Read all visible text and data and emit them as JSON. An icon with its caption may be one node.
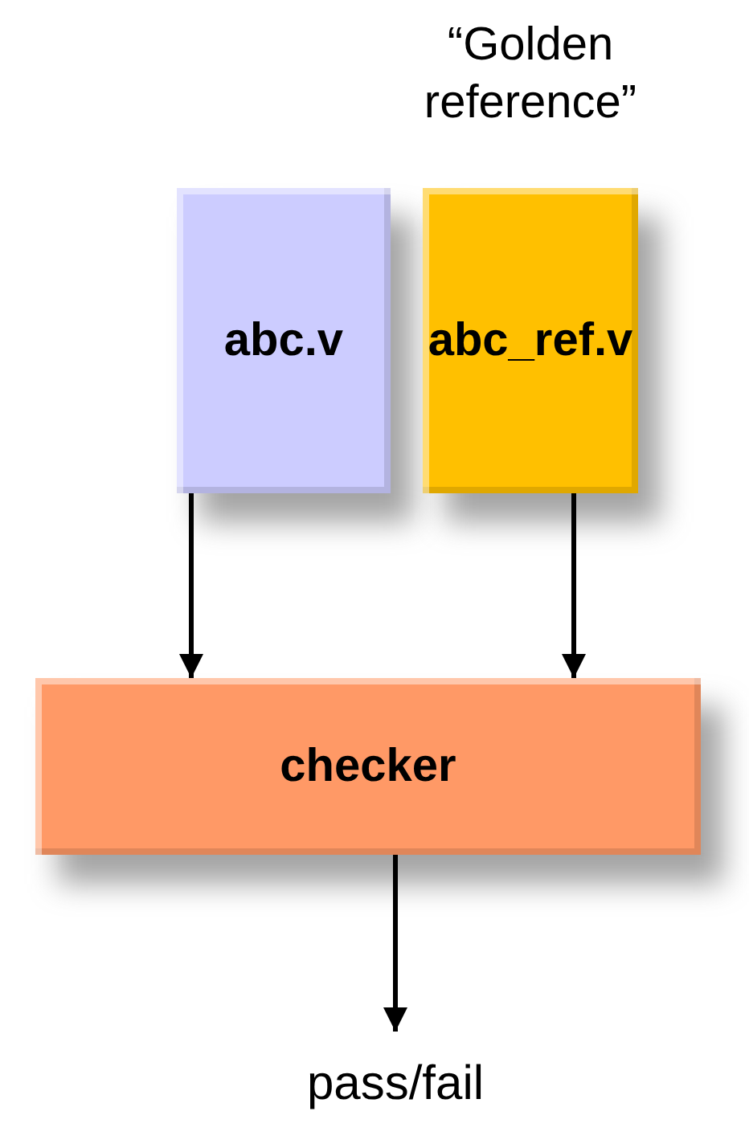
{
  "diagram": {
    "nodes": [
      {
        "text": [
          "abc.v"
        ]
      },
      {
        "text": [
          "abc_ref.v"
        ],
        "beside": [
          "“Golden reference”"
        ]
      },
      {
        "text": [
          "checker"
        ]
      },
      {
        "text": [
          "pass/fail"
        ]
      }
    ],
    "edges": [
      {
        "from": 0,
        "to": 2,
        "arrow": "to"
      },
      {
        "from": 1,
        "to": 2,
        "arrow": "to"
      },
      {
        "from": 2,
        "to": 3,
        "arrow": "to"
      }
    ]
  }
}
